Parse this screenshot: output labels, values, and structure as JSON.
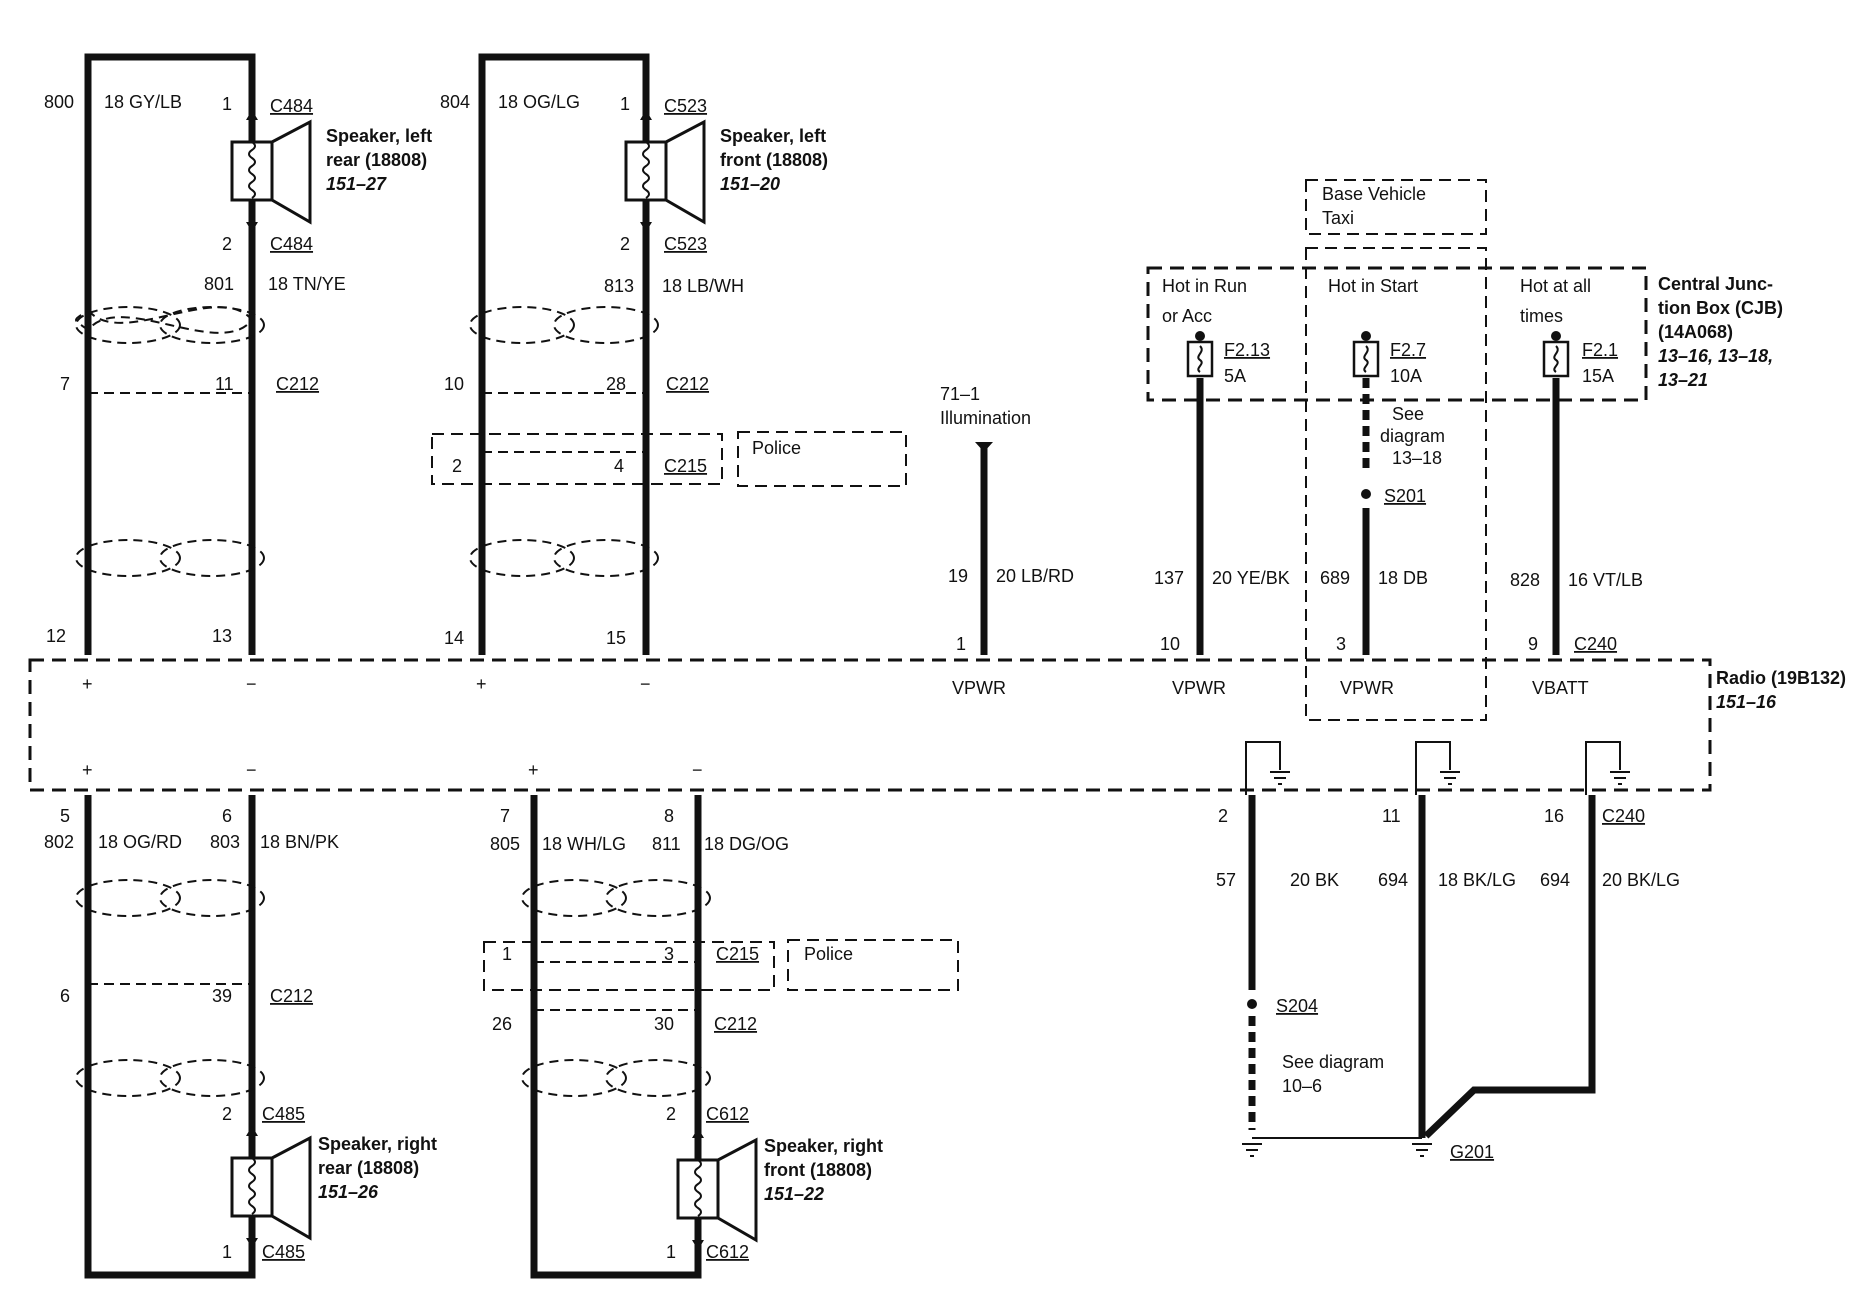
{
  "upper_left": {
    "left_wire": {
      "circuit": "800",
      "gauge_color": "18 GY/LB",
      "c212_pin": "7",
      "radio_pin": "12",
      "polarity": "+"
    },
    "right_wire": {
      "circuit": "801",
      "gauge_color": "18 TN/YE",
      "c212_pin": "11",
      "radio_pin": "13",
      "polarity": "−"
    },
    "speaker": {
      "name_l1": "Speaker, left",
      "name_l2": "rear (18808)",
      "ref": "151–27",
      "pin_top": "1",
      "pin_bottom": "2",
      "connector_top": "C484",
      "connector_bottom": "C484"
    },
    "c212": "C212"
  },
  "upper_mid": {
    "left_wire": {
      "circuit": "804",
      "gauge_color": "18 OG/LG",
      "c212_pin": "10",
      "c215_pin": "2",
      "radio_pin": "14",
      "polarity": "+"
    },
    "right_wire": {
      "circuit": "813",
      "gauge_color": "18 LB/WH",
      "c212_pin": "28",
      "c215_pin": "4",
      "radio_pin": "15",
      "polarity": "−"
    },
    "speaker": {
      "name_l1": "Speaker, left",
      "name_l2": "front (18808)",
      "ref": "151–20",
      "pin_top": "1",
      "pin_bottom": "2",
      "connector_top": "C523",
      "connector_bottom": "C523"
    },
    "c212": "C212",
    "c215": "C215",
    "option": "Police"
  },
  "illumination": {
    "ref": "71–1",
    "label": "Illumination",
    "circuit": "19",
    "gauge_color": "20 LB/RD",
    "radio_pin": "1",
    "function": "VPWR"
  },
  "fuse_run": {
    "heading_l1": "Hot in Run",
    "heading_l2": "or Acc",
    "fuse": "F2.13",
    "rating": "5A",
    "circuit": "137",
    "gauge_color": "20 YE/BK",
    "radio_pin": "10",
    "function": "VPWR"
  },
  "fuse_start": {
    "heading": "Hot in Start",
    "fuse": "F2.7",
    "rating": "10A",
    "see_l1": "See",
    "see_l2": "diagram",
    "see_l3": "13–18",
    "splice": "S201",
    "circuit": "689",
    "gauge_color": "18 DB",
    "radio_pin": "3",
    "function": "VPWR"
  },
  "fuse_batt": {
    "heading_l1": "Hot at all",
    "heading_l2": "times",
    "fuse": "F2.1",
    "rating": "15A",
    "circuit": "828",
    "gauge_color": "16 VT/LB",
    "radio_pin": "9",
    "connector": "C240",
    "function": "VBATT"
  },
  "option_box": {
    "line1": "Base Vehicle",
    "line2": "Taxi"
  },
  "cjb": {
    "l1": "Central Junc-",
    "l2": "tion Box (CJB)",
    "l3": "(14A068)",
    "ref_l1": "13–16, 13–18,",
    "ref_l2": "13–21"
  },
  "radio": {
    "name": "Radio (19B132)",
    "ref": "151–16"
  },
  "lower_left": {
    "left_wire": {
      "radio_pin": "5",
      "circuit": "802",
      "gauge_color": "18 OG/RD",
      "c212_pin": "6",
      "polarity": "+"
    },
    "right_wire": {
      "radio_pin": "6",
      "circuit": "803",
      "gauge_color": "18 BN/PK",
      "c212_pin": "39",
      "polarity": "−"
    },
    "speaker": {
      "name_l1": "Speaker, right",
      "name_l2": "rear (18808)",
      "ref": "151–26",
      "pin_top": "2",
      "pin_bottom": "1",
      "connector_top": "C485",
      "connector_bottom": "C485"
    },
    "c212": "C212"
  },
  "lower_mid": {
    "left_wire": {
      "radio_pin": "7",
      "circuit": "805",
      "gauge_color": "18 WH/LG",
      "c215_pin": "1",
      "c212_pin": "26",
      "polarity": "+"
    },
    "right_wire": {
      "radio_pin": "8",
      "circuit": "811",
      "gauge_color": "18 DG/OG",
      "c215_pin": "3",
      "c212_pin": "30",
      "polarity": "−"
    },
    "speaker": {
      "name_l1": "Speaker, right",
      "name_l2": "front (18808)",
      "ref": "151–22",
      "pin_top": "2",
      "pin_bottom": "1",
      "connector_top": "C612",
      "connector_bottom": "C612"
    },
    "c215": "C215",
    "c212": "C212",
    "option": "Police"
  },
  "grounds": {
    "g1": {
      "radio_pin": "2",
      "circuit": "57",
      "gauge_color": "20 BK",
      "splice": "S204",
      "see_l1": "See diagram",
      "see_l2": "10–6"
    },
    "g2": {
      "radio_pin": "11",
      "circuit": "694",
      "gauge_color": "18 BK/LG"
    },
    "g3": {
      "radio_pin": "16",
      "circuit": "694",
      "gauge_color": "20 BK/LG",
      "connector": "C240"
    },
    "ground": "G201"
  }
}
